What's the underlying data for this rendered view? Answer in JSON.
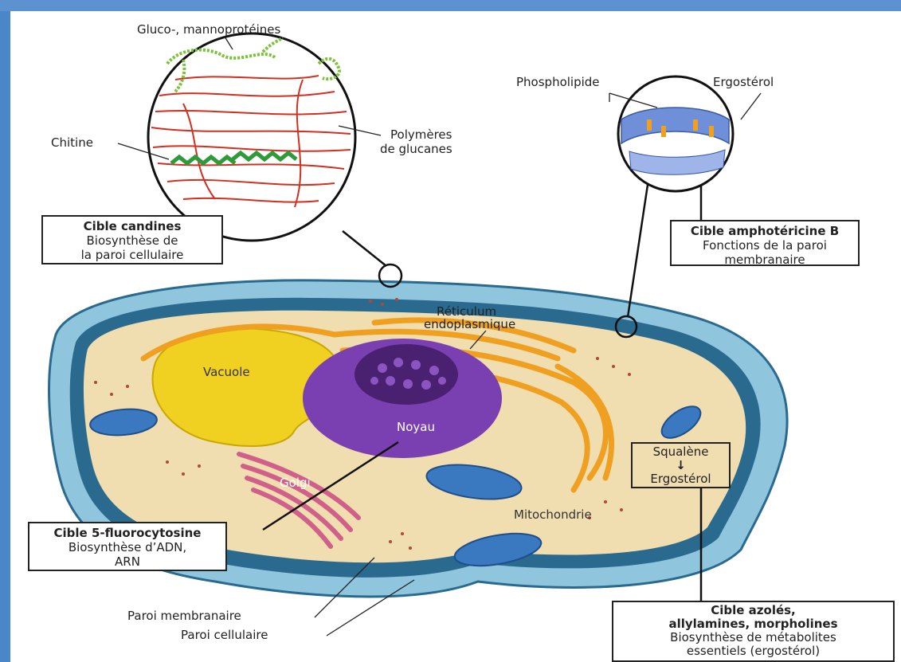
{
  "labels": {
    "glucomanno": "Gluco-, mannoprotéines",
    "chitine": "Chitine",
    "polymeres_1": "Polymères",
    "polymeres_2": "de glucanes",
    "phospholipide": "Phospholipide",
    "ergosterol_top": "Ergostérol",
    "reticulum_1": "Réticulum",
    "reticulum_2": "endoplasmique",
    "vacuole": "Vacuole",
    "noyau": "Noyau",
    "golgi": "Golgi",
    "mitochondrie": "Mitochondrie",
    "paroi_membranaire": "Paroi membranaire",
    "paroi_cellulaire": "Paroi cellulaire"
  },
  "boxes": {
    "candines": {
      "title": "Cible candines",
      "line1": "Biosynthèse de",
      "line2": "la paroi cellulaire"
    },
    "amphotericine": {
      "title": "Cible amphotéricine B",
      "line1": "Fonctions de la paroi",
      "line2": "membranaire"
    },
    "fluorocytosine": {
      "title": "Cible 5-fluorocytosine",
      "line1": "Biosynthèse d’ADN,",
      "line2": "ARN"
    },
    "squalene": {
      "line1": "Squalène",
      "arrow": "↓",
      "line2": "Ergostérol"
    },
    "azoles": {
      "title1": "Cible azolés,",
      "title2": "allylamines, morpholines",
      "line1": "Biosynthèse de métabolites",
      "line2": "essentiels (ergostérol)"
    }
  },
  "colors": {
    "frame": "#4a86c8",
    "outer_wall": "#8fc6de",
    "membrane": "#2a6a8e",
    "cytoplasm": "#f0ddb0",
    "vacuole": "#f0d020",
    "nucleus": "#7a3fb0",
    "er": "#f0a020",
    "golgi": "#d0608a",
    "mitochondria": "#3a78c0",
    "glucan": "#d03020",
    "chitin": "#2e9a3a"
  }
}
